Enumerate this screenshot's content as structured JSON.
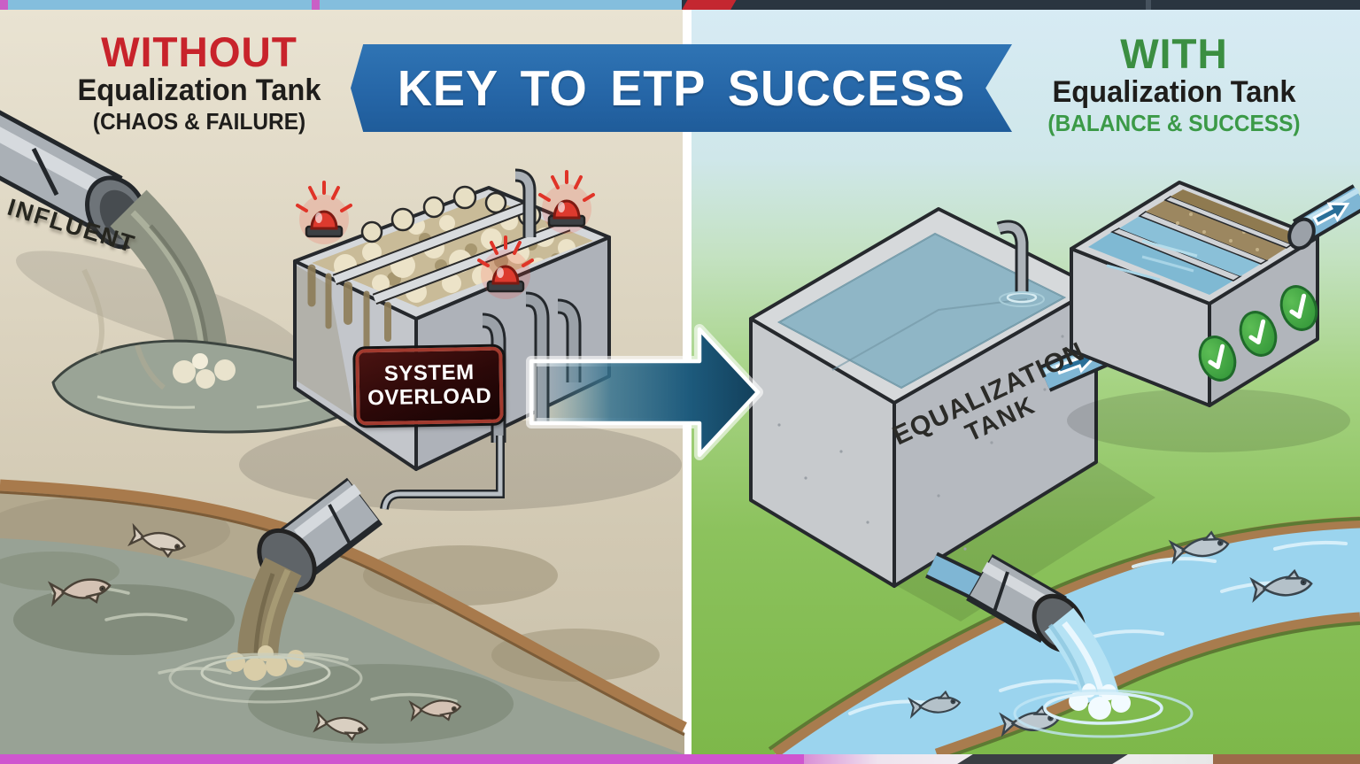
{
  "banner": {
    "title": "KEY TO ETP SUCCESS",
    "bg_color": "#2565a6",
    "text_color": "#ffffff"
  },
  "left_panel": {
    "heading": "WITHOUT",
    "heading_color": "#c8232b",
    "subheading": "Equalization Tank",
    "tagline": "(CHAOS & FAILURE)",
    "influent_label": "INFLUENT",
    "overload_badge": {
      "line1": "SYSTEM",
      "line2": "OVERLOAD",
      "bg_color": "#2b0808",
      "border_color": "#a23a2e"
    },
    "alarm_count": 3,
    "dead_fish_count": 4,
    "bg_color": "#d5ccb8"
  },
  "right_panel": {
    "heading": "WITH",
    "heading_color": "#3b8e41",
    "subheading": "Equalization Tank",
    "tagline": "(BALANCE & SUCCESS)",
    "tank_label": {
      "line1": "EQUALIZATION",
      "line2": "TANK"
    },
    "checkmark_count": 3,
    "fish_count": 4,
    "sky_color": "#d7ebf4",
    "grass_color": "#8cc25d",
    "river_color": "#9bd4ee"
  },
  "flow_arrow_color": "#1d5a7c",
  "status_colors": {
    "alarm_red": "#dd3a2e",
    "check_green": "#3aa13f"
  }
}
